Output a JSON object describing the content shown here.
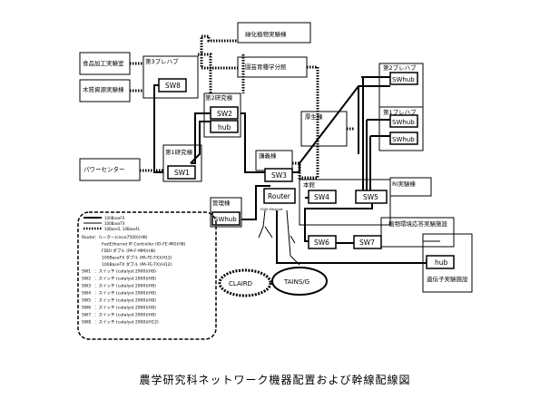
{
  "caption": "農学研究科ネットワーク機器配置および幹線配線図",
  "buildings": {
    "shokuhin": "食品加工実験室",
    "mokuzai": "木質資源実験棟",
    "sei_ryokuka": "緑化植物実験棟",
    "ikushu": "園芸育種学分館",
    "prefab3": "第3プレハブ",
    "prefab2": "第2プレハブ",
    "prefab1": "第1プレハブ",
    "kenkyu1": "第1研究棟",
    "kenkyu2": "第2研究棟",
    "power": "パワーセンター",
    "kosei": "厚生棟",
    "kogi": "講義棟",
    "honkan": "本館",
    "shiryo": "RI実験棟",
    "kanri": "管理棟",
    "seibutsu": "植物環境応答実験施設",
    "iden": "遺伝子実験施設"
  },
  "devices": {
    "sw8": "SW8",
    "sw2": "SW2",
    "hub_k2": "hub",
    "sw1": "SW1",
    "sw3": "SW3",
    "router": "Router",
    "sw4": "SW4",
    "sw5": "SW5",
    "sw6": "SW6",
    "sw7": "SW7",
    "swhub_kanri": "SWhub",
    "swhub_p2": "SWhub",
    "swhub_p1a": "SWhub",
    "swhub_p1b": "SWhub",
    "hub_iden": "hub",
    "port_labels": "FDDI   Ethernet"
  },
  "clouds": {
    "campus": "CLAIRD",
    "tains": "TAINS/G"
  },
  "legend": {
    "lines": [
      {
        "style": "solid-thick",
        "label": "100BaseFX"
      },
      {
        "style": "solid-thin",
        "label": "100BaseTX"
      },
      {
        "style": "dotted",
        "label": "10Base5, 10BaseFL"
      }
    ],
    "entries": [
      {
        "key": "Router",
        "text": "：ルーター(cisco7500)(H8)"
      },
      {
        "key": "",
        "text": "FastEthernet IP Controller (IO-FE-MII)(H8)"
      },
      {
        "key": "",
        "text": "FDDI ダブル (PA-F-MM)(H8)"
      },
      {
        "key": "",
        "text": "100BaseFX ダブル (PA-FE-FX)(H12)"
      },
      {
        "key": "",
        "text": "100BaseTX ダブル (PA-FE-TX)(H12)"
      },
      {
        "key": "SW1",
        "text": "：スイッチ (catalyst 2900)(H8)"
      },
      {
        "key": "SW2",
        "text": "：スイッチ (catalyst 2900)(H8)"
      },
      {
        "key": "SW3",
        "text": "：スイッチ (catalyst 2900)(H8)"
      },
      {
        "key": "SW4",
        "text": "：スイッチ (catalyst 2900)(H8)"
      },
      {
        "key": "SW5",
        "text": "：スイッチ (catalyst 2900)(H8)"
      },
      {
        "key": "SW6",
        "text": "：スイッチ (catalyst 2900)(H8)"
      },
      {
        "key": "SW7",
        "text": "：スイッチ (catalyst 2900)(H8)"
      },
      {
        "key": "SW8",
        "text": "：スイッチ (catalyst 2900)(H12)"
      }
    ]
  }
}
